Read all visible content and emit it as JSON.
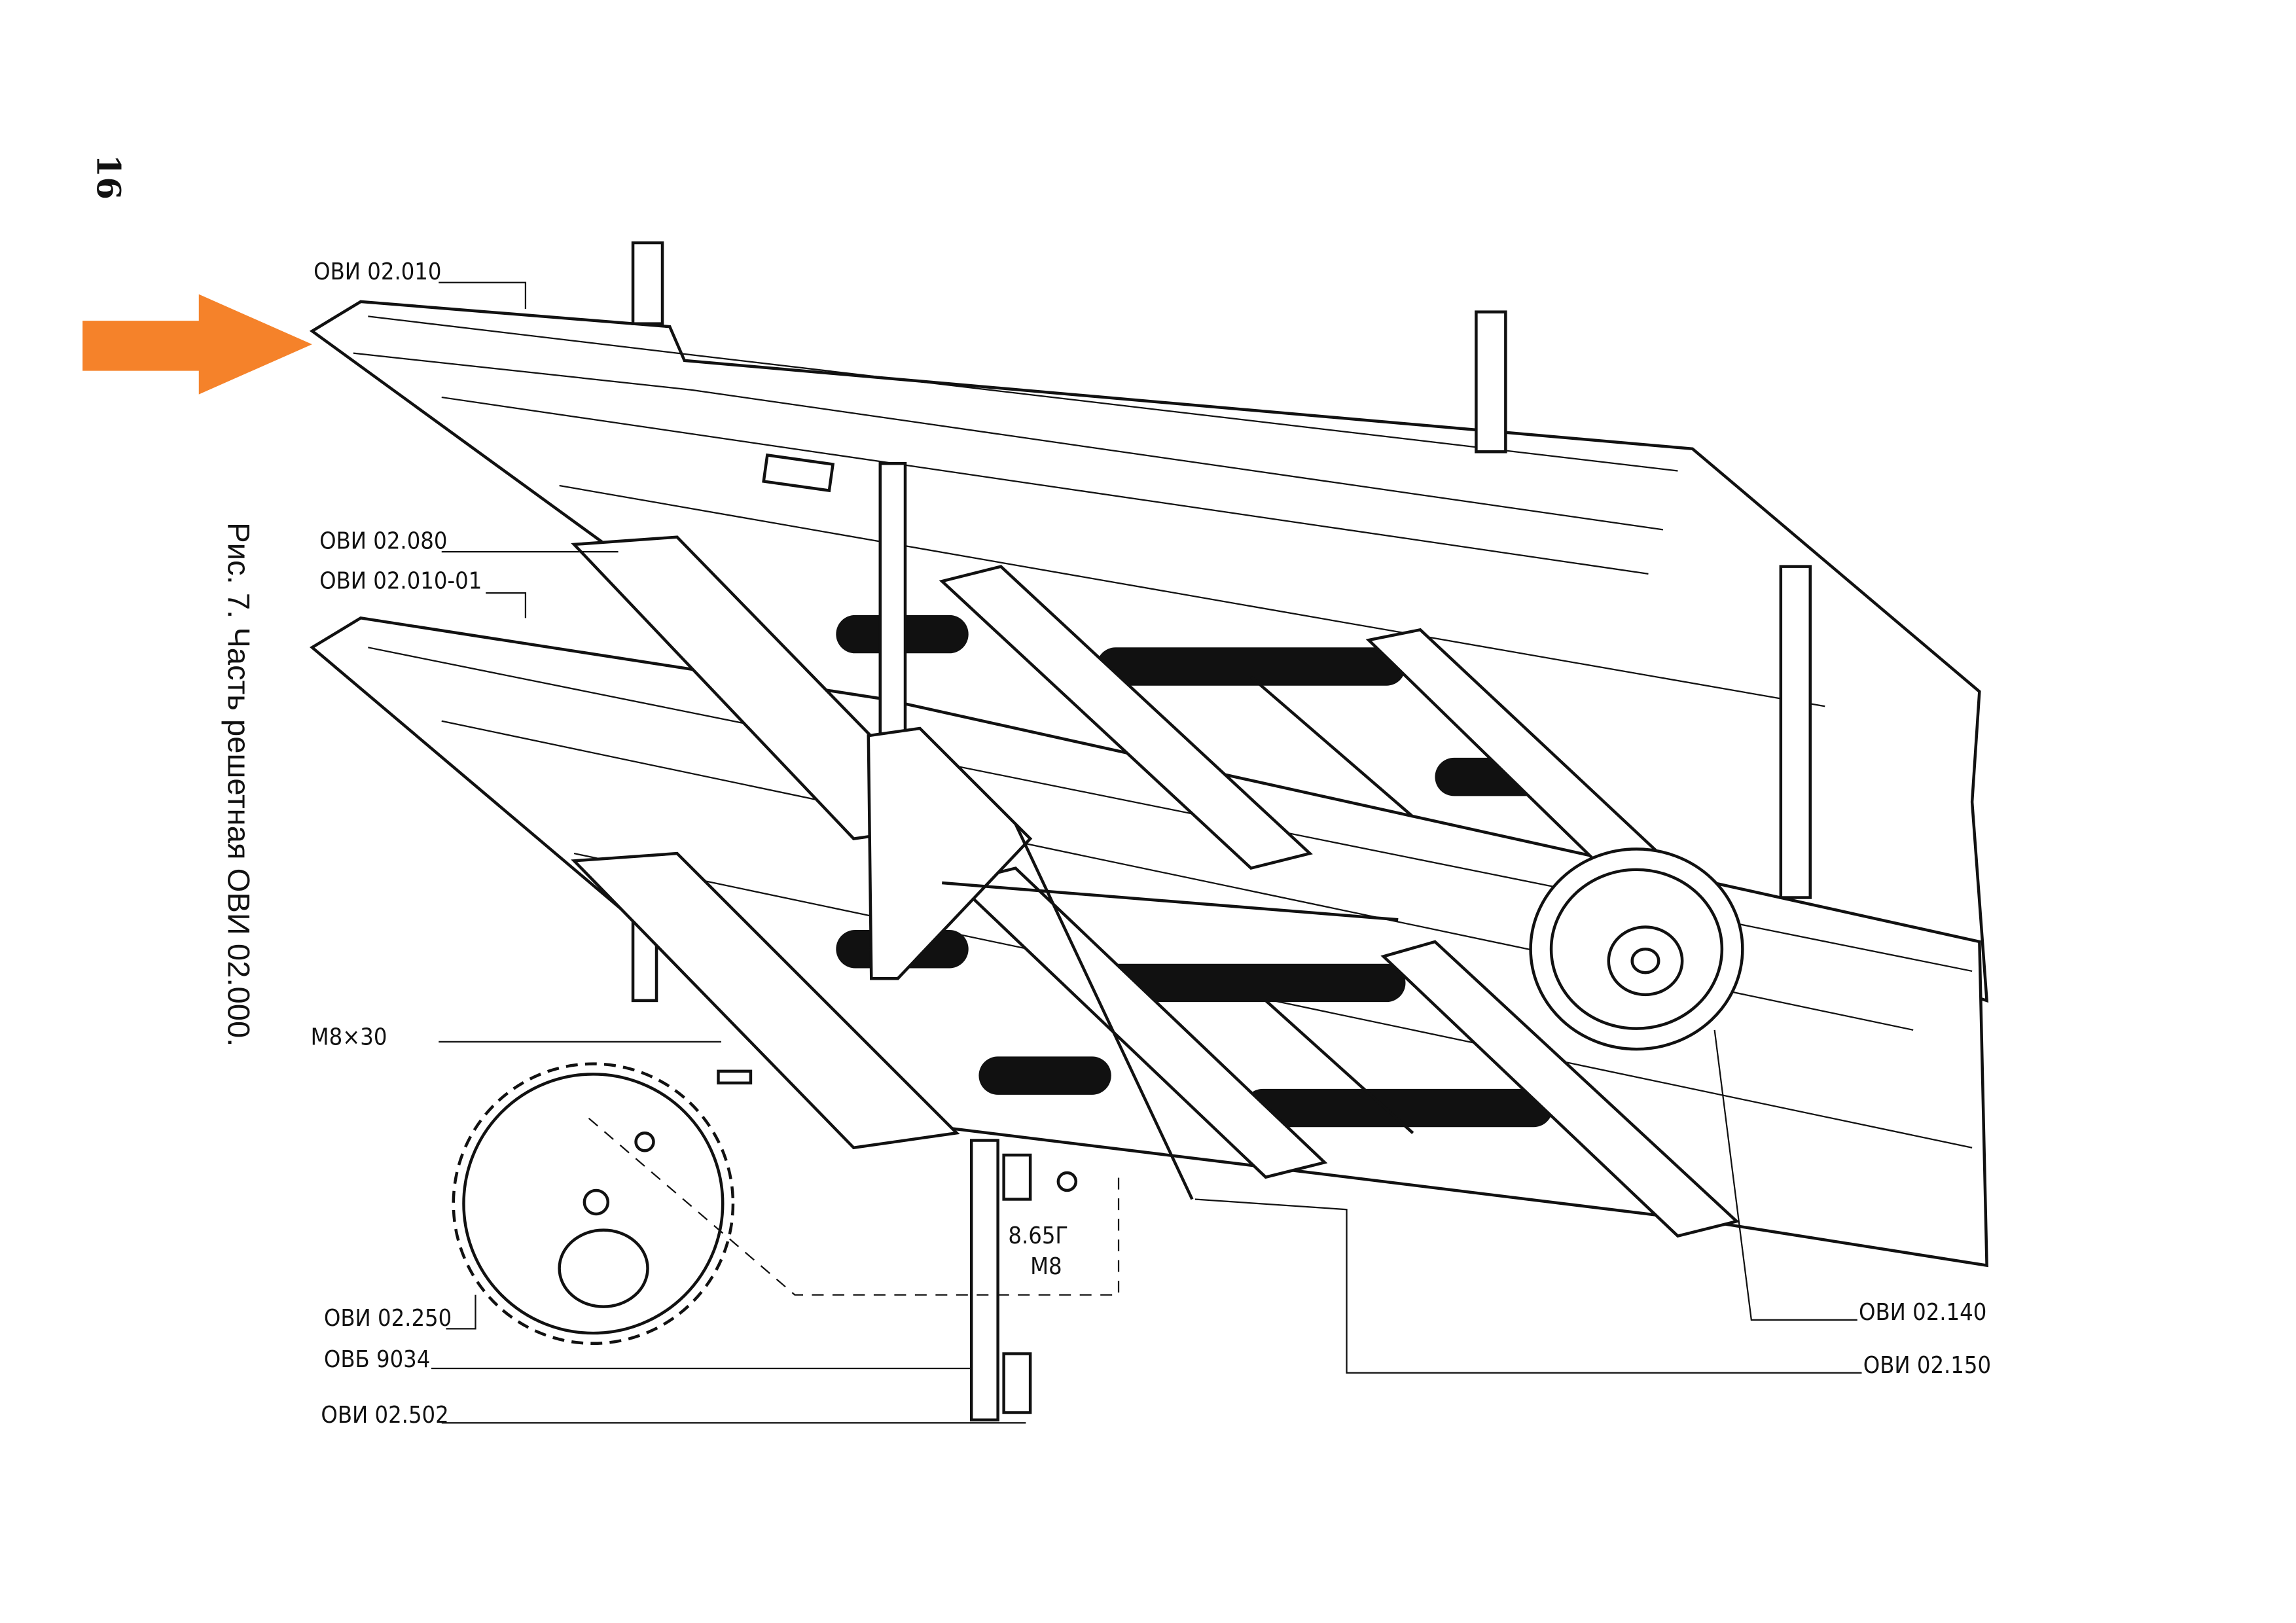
{
  "page_number": "16",
  "caption": "Рис. 7. Часть решетная ОВИ 02.000.",
  "arrow_color": "#F5822A",
  "labels": {
    "l1": "ОВИ 02.010",
    "l2": "ОВИ 02.080",
    "l3": "ОВИ 02.010-01",
    "l4": "М8×30",
    "l5": "ОВИ 02.250",
    "l6": "ОВБ 9034",
    "l7": "ОВИ 02.502",
    "l8": "8.65Г",
    "l9": "М8",
    "l10": "ОВИ 02.140",
    "l11": "ОВИ 02.150"
  }
}
